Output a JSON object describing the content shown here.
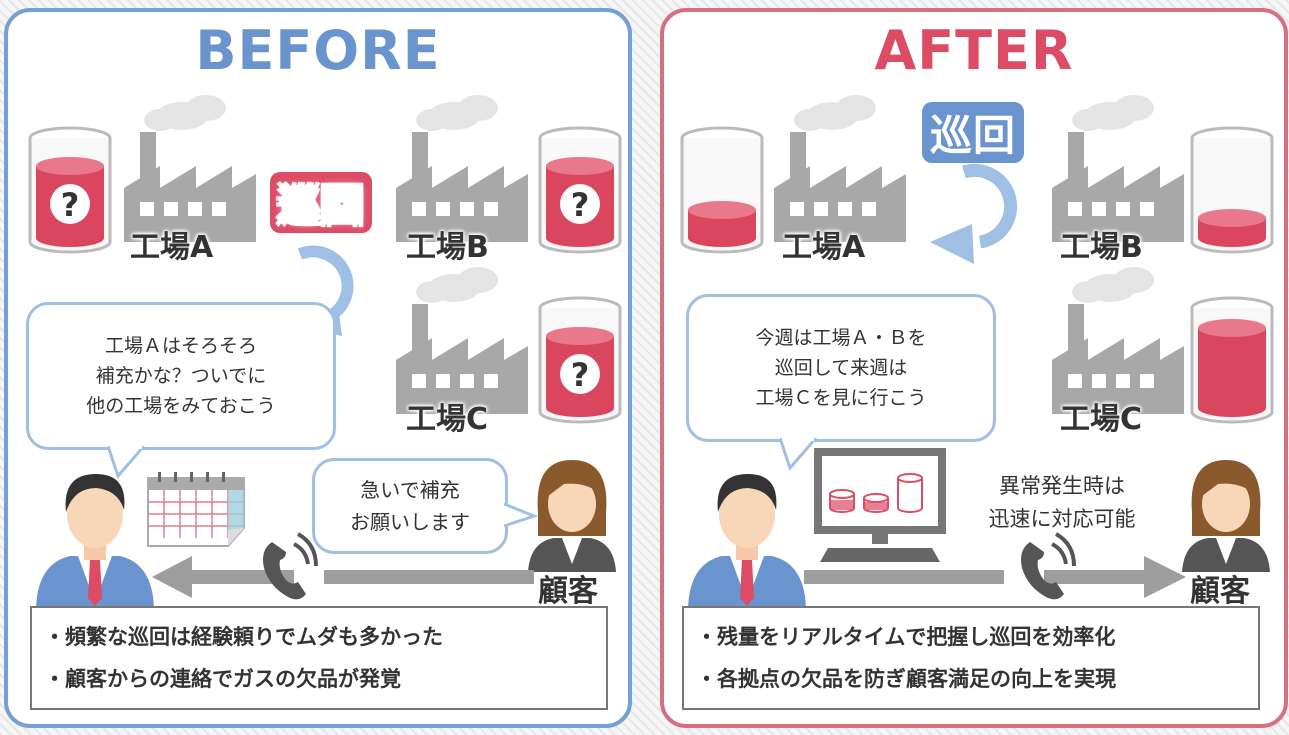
{
  "colors": {
    "before_accent": "#6994cd",
    "after_accent": "#dc4c65",
    "tank_red": "#d9465e",
    "factory_gray": "#a8a8a8",
    "arrow_blue": "#9fc0e4",
    "arrow_gray": "#9d9d9d"
  },
  "before": {
    "title": "BEFORE",
    "factory_a": "工場A",
    "factory_b": "工場B",
    "factory_c": "工場C",
    "junkai": "巡回",
    "question_mark": "?",
    "bubble_lines": [
      "工場Ａはそろそろ",
      "補充かな？ついでに",
      "他の工場をみておこう"
    ],
    "customer_bubble_lines": [
      "急いで補充",
      "お願いします"
    ],
    "customer_label": "顧客",
    "notes": [
      "・頻繁な巡回は経験頼りでムダも多かった",
      "・顧客からの連絡でガスの欠品が発覚"
    ],
    "icons": [
      "tank-icon",
      "factory-icon",
      "cycle-arrow-icon",
      "calendar-icon",
      "phone-icon",
      "businessman-icon",
      "customer-woman-icon",
      "arrow-left-icon"
    ]
  },
  "after": {
    "title": "AFTER",
    "factory_a": "工場A",
    "factory_b": "工場B",
    "factory_c": "工場C",
    "junkai": "巡回",
    "tank_levels": {
      "a": 0.3,
      "b": 0.25,
      "c": 0.85
    },
    "bubble_lines": [
      "今週は工場Ａ・Ｂを",
      "巡回して来週は",
      "工場Ｃを見に行こう"
    ],
    "alert_lines": [
      "異常発生時は",
      "迅速に対応可能"
    ],
    "customer_label": "顧客",
    "notes": [
      "・残量をリアルタイムで把握し巡回を効率化",
      "・各拠点の欠品を防ぎ顧客満足の向上を実現"
    ],
    "icons": [
      "tank-icon",
      "factory-icon",
      "cycle-arrow-icon",
      "monitor-icon",
      "phone-icon",
      "businessman-icon",
      "customer-woman-icon",
      "arrow-right-icon"
    ]
  }
}
